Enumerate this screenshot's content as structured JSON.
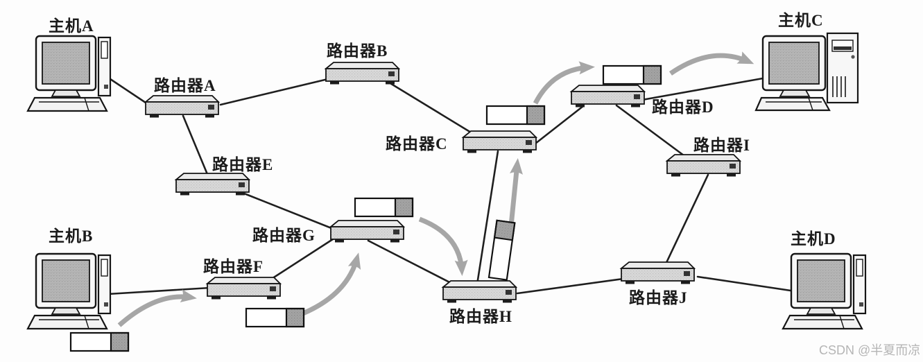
{
  "hosts": [
    {
      "label": "主机A"
    },
    {
      "label": "主机B"
    },
    {
      "label": "主机C"
    },
    {
      "label": "主机D"
    }
  ],
  "routers": [
    {
      "label": "路由器A"
    },
    {
      "label": "路由器B"
    },
    {
      "label": "路由器C"
    },
    {
      "label": "路由器D"
    },
    {
      "label": "路由器E"
    },
    {
      "label": "路由器F"
    },
    {
      "label": "路由器G"
    },
    {
      "label": "路由器H"
    },
    {
      "label": "路由器I"
    },
    {
      "label": "路由器J"
    }
  ],
  "watermark": "CSDN @半夏而凉",
  "icons": {
    "host": "desktop-computer-icon",
    "router": "router-box-icon",
    "packet": "packet-rectangle-icon",
    "flow": "curved-arrow-icon"
  },
  "colors": {
    "background": "#fdfdfd",
    "link_line": "#1f1f1f",
    "flow_arrow": "#a6a6a6",
    "device_body": "#d7d7d7",
    "device_top": "#ececec",
    "screen_fill": "#b5b5b5",
    "packet_white": "#ffffff",
    "packet_gray": "#a3a3a3",
    "label_text": "#1b1b1b",
    "watermark_text": "#b5b5b5"
  }
}
